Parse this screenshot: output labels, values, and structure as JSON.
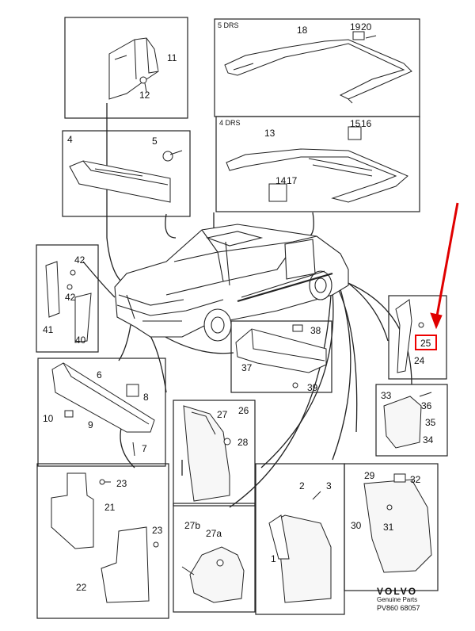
{
  "panels": {
    "top_left": {
      "labels": [
        "11",
        "12"
      ]
    },
    "five_door": {
      "title": "5 DRS",
      "labels": [
        "18",
        "19",
        "20"
      ]
    },
    "tray": {
      "labels": [
        "4",
        "5"
      ]
    },
    "four_door": {
      "title": "4 DRS",
      "labels": [
        "13",
        "15",
        "16",
        "14",
        "17"
      ]
    },
    "grille": {
      "labels": [
        "42",
        "42",
        "41",
        "40"
      ]
    },
    "rear_strip": {
      "labels": [
        "25",
        "24"
      ]
    },
    "bumper": {
      "labels": [
        "38",
        "37",
        "39"
      ]
    },
    "bracket": {
      "labels": [
        "6",
        "8",
        "10",
        "9",
        "7"
      ]
    },
    "mud_flap_front": {
      "labels": [
        "27",
        "26",
        "28"
      ]
    },
    "mud_flap_rear": {
      "labels": [
        "33",
        "36",
        "35",
        "34"
      ]
    },
    "side_plates": {
      "labels": [
        "23",
        "21",
        "23",
        "22"
      ]
    },
    "liner": {
      "labels": [
        "27b",
        "27a"
      ]
    },
    "wheel_arch": {
      "labels": [
        "2",
        "3",
        "1"
      ]
    },
    "rear_flap": {
      "labels": [
        "29",
        "32",
        "30",
        "31"
      ]
    }
  },
  "highlight": {
    "label": "25",
    "color": "#e00000"
  },
  "footer": {
    "brand": "VOLVO",
    "subtitle": "Genuine Parts",
    "code": "PV860 68057"
  }
}
